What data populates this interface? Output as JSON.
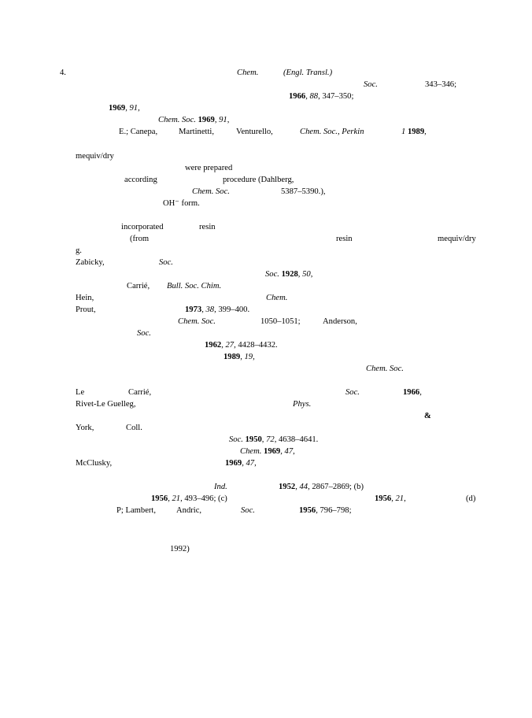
{
  "lines": [
    {
      "id": "l01",
      "parts": [
        {
          "t": "4.",
          "s": ""
        },
        {
          "t": "Chem.",
          "s": "i"
        },
        {
          "t": "(Engl. Transl.)",
          "s": "i"
        }
      ]
    },
    {
      "id": "l02",
      "parts": [
        {
          "t": "Soc.",
          "s": "i"
        },
        {
          "t": "343–346;",
          "s": ""
        }
      ]
    },
    {
      "id": "l03",
      "parts": [
        {
          "t": "1966",
          "s": "b"
        },
        {
          "t": ", ",
          "s": ""
        },
        {
          "t": "88",
          "s": "i"
        },
        {
          "t": ", 347–350;",
          "s": ""
        }
      ]
    },
    {
      "id": "l04",
      "parts": [
        {
          "t": "1969",
          "s": "b"
        },
        {
          "t": ", ",
          "s": ""
        },
        {
          "t": "91",
          "s": "i"
        },
        {
          "t": ",",
          "s": ""
        }
      ]
    },
    {
      "id": "l05",
      "parts": [
        {
          "t": "Chem. Soc.",
          "s": "i"
        },
        {
          "t": " 1969",
          "s": "b"
        },
        {
          "t": ", ",
          "s": ""
        },
        {
          "t": "91",
          "s": "i"
        },
        {
          "t": ",",
          "s": ""
        }
      ]
    },
    {
      "id": "l06",
      "parts": [
        {
          "t": "E.; Canepa,",
          "s": ""
        },
        {
          "t": "Martinetti,",
          "s": ""
        },
        {
          "t": "Venturello,",
          "s": ""
        },
        {
          "t": "Chem. Soc., Perkin",
          "s": "i"
        },
        {
          "t": "1",
          "s": "i"
        },
        {
          "t": " 1989",
          "s": "b"
        },
        {
          "t": ",",
          "s": ""
        }
      ]
    },
    {
      "id": "l07",
      "parts": [
        {
          "t": "mequiv/dry",
          "s": ""
        }
      ]
    },
    {
      "id": "l08",
      "parts": [
        {
          "t": "were prepared",
          "s": ""
        }
      ]
    },
    {
      "id": "l09",
      "parts": [
        {
          "t": "according",
          "s": ""
        },
        {
          "t": "procedure (Dahlberg,",
          "s": ""
        }
      ]
    },
    {
      "id": "l10",
      "parts": [
        {
          "t": "Chem. Soc.",
          "s": "i"
        },
        {
          "t": "5387–5390.),",
          "s": ""
        }
      ]
    },
    {
      "id": "l11",
      "parts": [
        {
          "t": "OH⁻ form.",
          "s": ""
        }
      ]
    },
    {
      "id": "l12",
      "parts": [
        {
          "t": "incorporated",
          "s": ""
        },
        {
          "t": "resin",
          "s": ""
        }
      ]
    },
    {
      "id": "l13",
      "parts": [
        {
          "t": "(from",
          "s": ""
        },
        {
          "t": "resin",
          "s": ""
        },
        {
          "t": "mequiv/dry",
          "s": ""
        }
      ]
    },
    {
      "id": "l14",
      "parts": [
        {
          "t": "g.",
          "s": ""
        }
      ]
    },
    {
      "id": "l15",
      "parts": [
        {
          "t": "Zabicky,",
          "s": ""
        },
        {
          "t": "Soc.",
          "s": "i"
        }
      ]
    },
    {
      "id": "l16",
      "parts": [
        {
          "t": "Soc.",
          "s": "i"
        },
        {
          "t": " 1928",
          "s": "b"
        },
        {
          "t": ", ",
          "s": ""
        },
        {
          "t": "50",
          "s": "i"
        },
        {
          "t": ",",
          "s": ""
        }
      ]
    },
    {
      "id": "l17",
      "parts": [
        {
          "t": "Carrié,",
          "s": ""
        },
        {
          "t": "Bull. Soc. Chim.",
          "s": "i"
        }
      ]
    },
    {
      "id": "l18",
      "parts": [
        {
          "t": "Hein,",
          "s": ""
        },
        {
          "t": "Chem.",
          "s": "i"
        }
      ]
    },
    {
      "id": "l19",
      "parts": [
        {
          "t": "Prout,",
          "s": ""
        },
        {
          "t": "1973",
          "s": "b"
        },
        {
          "t": ", ",
          "s": ""
        },
        {
          "t": "38",
          "s": "i"
        },
        {
          "t": ", 399–400.",
          "s": ""
        }
      ]
    },
    {
      "id": "l20",
      "parts": [
        {
          "t": "Chem. Soc.",
          "s": "i"
        },
        {
          "t": "1050–1051;",
          "s": ""
        },
        {
          "t": "Anderson,",
          "s": ""
        }
      ]
    },
    {
      "id": "l21",
      "parts": [
        {
          "t": "Soc.",
          "s": "i"
        }
      ]
    },
    {
      "id": "l22",
      "parts": [
        {
          "t": "1962",
          "s": "b"
        },
        {
          "t": ", ",
          "s": ""
        },
        {
          "t": "27",
          "s": "i"
        },
        {
          "t": ", 4428–4432.",
          "s": ""
        }
      ]
    },
    {
      "id": "l23",
      "parts": [
        {
          "t": "1989",
          "s": "b"
        },
        {
          "t": ", ",
          "s": ""
        },
        {
          "t": "19",
          "s": "i"
        },
        {
          "t": ",",
          "s": ""
        }
      ]
    },
    {
      "id": "l24",
      "parts": [
        {
          "t": "Chem. Soc.",
          "s": "i"
        }
      ]
    },
    {
      "id": "l25",
      "parts": [
        {
          "t": "Le",
          "s": ""
        },
        {
          "t": "Carrié,",
          "s": ""
        },
        {
          "t": "Soc.",
          "s": "i"
        },
        {
          "t": "1966",
          "s": "b"
        },
        {
          "t": ",",
          "s": ""
        }
      ]
    },
    {
      "id": "l26",
      "parts": [
        {
          "t": "Rivet-Le Guelleg,",
          "s": ""
        },
        {
          "t": "Phys.",
          "s": "i"
        }
      ]
    },
    {
      "id": "l27",
      "parts": [
        {
          "t": "&",
          "s": "b"
        }
      ]
    },
    {
      "id": "l28",
      "parts": [
        {
          "t": "York,",
          "s": ""
        },
        {
          "t": "Coll.",
          "s": ""
        }
      ]
    },
    {
      "id": "l29",
      "parts": [
        {
          "t": "Soc.",
          "s": "i"
        },
        {
          "t": " 1950",
          "s": "b"
        },
        {
          "t": ", ",
          "s": ""
        },
        {
          "t": "72",
          "s": "i"
        },
        {
          "t": ", 4638–4641.",
          "s": ""
        }
      ]
    },
    {
      "id": "l30",
      "parts": [
        {
          "t": "Chem.",
          "s": "i"
        },
        {
          "t": " 1969",
          "s": "b"
        },
        {
          "t": ", ",
          "s": ""
        },
        {
          "t": "47",
          "s": "i"
        },
        {
          "t": ",",
          "s": ""
        }
      ]
    },
    {
      "id": "l31",
      "parts": [
        {
          "t": "McClusky,",
          "s": ""
        },
        {
          "t": "1969",
          "s": "b"
        },
        {
          "t": ", ",
          "s": ""
        },
        {
          "t": "47",
          "s": "i"
        },
        {
          "t": ",",
          "s": ""
        }
      ]
    },
    {
      "id": "l32",
      "parts": [
        {
          "t": "Ind.",
          "s": "i"
        },
        {
          "t": "1952",
          "s": "b"
        },
        {
          "t": ", ",
          "s": ""
        },
        {
          "t": "44",
          "s": "i"
        },
        {
          "t": ", 2867–2869; (b)",
          "s": ""
        }
      ]
    },
    {
      "id": "l33",
      "parts": [
        {
          "t": "1956",
          "s": "b"
        },
        {
          "t": ", ",
          "s": ""
        },
        {
          "t": "21",
          "s": "i"
        },
        {
          "t": ", 493–496; (c)",
          "s": ""
        },
        {
          "t": "1956",
          "s": "b"
        },
        {
          "t": ", ",
          "s": ""
        },
        {
          "t": "21",
          "s": "i"
        },
        {
          "t": ",",
          "s": ""
        },
        {
          "t": "(d)",
          "s": ""
        }
      ]
    },
    {
      "id": "l34",
      "parts": [
        {
          "t": "P; Lambert,",
          "s": ""
        },
        {
          "t": "Andric,",
          "s": ""
        },
        {
          "t": "Soc.",
          "s": "i"
        },
        {
          "t": "1956",
          "s": "b"
        },
        {
          "t": ", 796–798;",
          "s": ""
        }
      ]
    },
    {
      "id": "l35",
      "parts": [
        {
          "t": "1992)",
          "s": ""
        }
      ]
    }
  ]
}
